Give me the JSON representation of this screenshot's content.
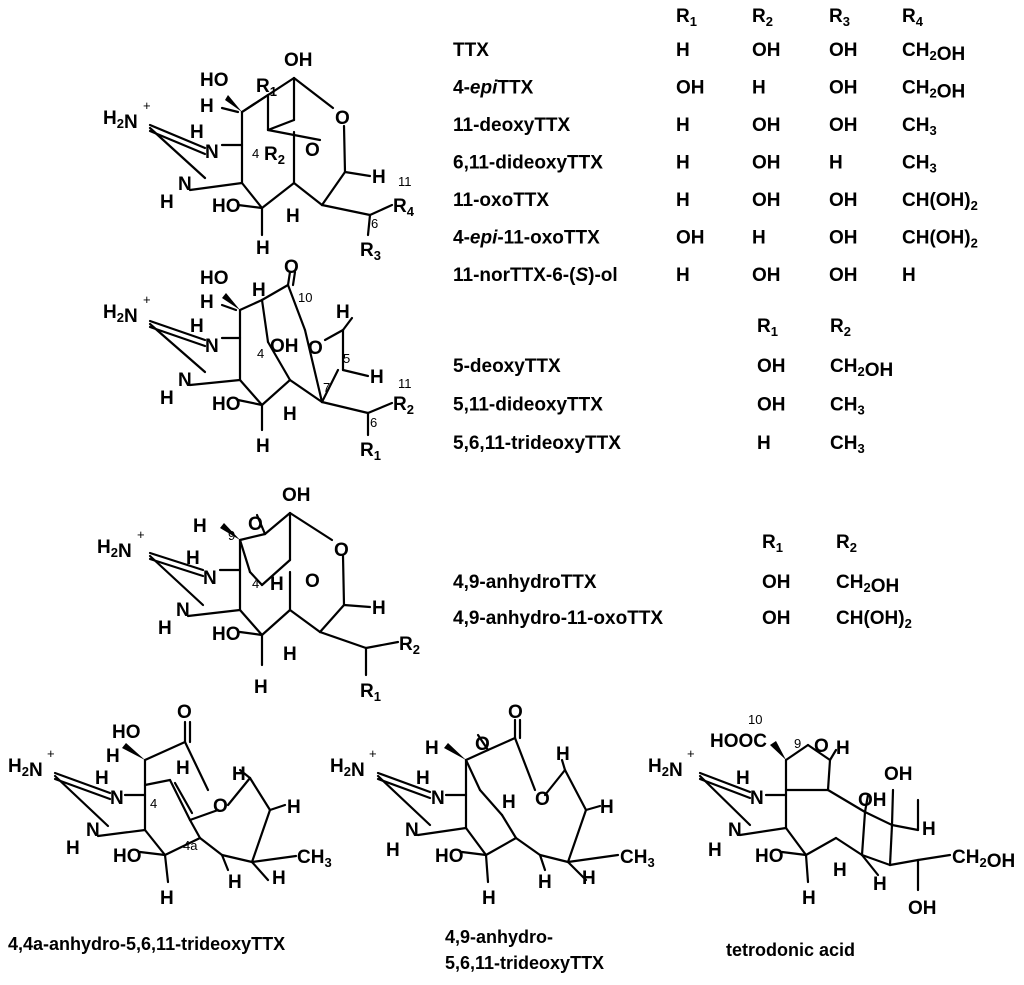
{
  "table1": {
    "headers": [
      "R1",
      "R2",
      "R3",
      "R4"
    ],
    "rows": [
      {
        "name": "TTX",
        "r1": "H",
        "r2": "OH",
        "r3": "OH",
        "r4": "CH2OH"
      },
      {
        "name": "4-epiTTX",
        "r1": "OH",
        "r2": "H",
        "r3": "OH",
        "r4": "CH2OH"
      },
      {
        "name": "11-deoxyTTX",
        "r1": "H",
        "r2": "OH",
        "r3": "OH",
        "r4": "CH3"
      },
      {
        "name": "6,11-dideoxyTTX",
        "r1": "H",
        "r2": "OH",
        "r3": "H",
        "r4": "CH3"
      },
      {
        "name": "11-oxoTTX",
        "r1": "H",
        "r2": "OH",
        "r3": "OH",
        "r4": "CH(OH)2"
      },
      {
        "name": "4-epi-11-oxoTTX",
        "r1": "OH",
        "r2": "H",
        "r3": "OH",
        "r4": "CH(OH)2"
      },
      {
        "name": "11-norTTX-6-(S)-ol",
        "r1": "H",
        "r2": "OH",
        "r3": "OH",
        "r4": "H"
      }
    ]
  },
  "table2": {
    "headers": [
      "R1",
      "R2"
    ],
    "rows": [
      {
        "name": "5-deoxyTTX",
        "r1": "OH",
        "r2": "CH2OH"
      },
      {
        "name": "5,11-dideoxyTTX",
        "r1": "OH",
        "r2": "CH3"
      },
      {
        "name": "5,6,11-trideoxyTTX",
        "r1": "H",
        "r2": "CH3"
      }
    ]
  },
  "table3": {
    "headers": [
      "R1",
      "R2"
    ],
    "rows": [
      {
        "name": "4,9-anhydroTTX",
        "r1": "OH",
        "r2": "CH2OH"
      },
      {
        "name": "4,9-anhydro-11-oxoTTX",
        "r1": "OH",
        "r2": "CH(OH)2"
      }
    ]
  },
  "captions": {
    "left": "4,4a-anhydro-5,6,11-trideoxyTTX",
    "middle_line1": "4,9-anhydro-",
    "middle_line2": "5,6,11-trideoxyTTX",
    "right": "tetrodonic acid"
  },
  "atoms": {
    "H": "H",
    "OH": "OH",
    "HO": "HO",
    "O": "O",
    "N": "N",
    "H2N": "H2N",
    "plus": "+",
    "CH3": "CH3",
    "CH2OH": "CH2OH",
    "HOOC": "HOOC",
    "R1": "R1",
    "R2": "R2",
    "R3": "R3",
    "R4": "R4"
  },
  "locants": {
    "n4": "4",
    "n4a": "4a",
    "n5": "5",
    "n6": "6",
    "n7": "7",
    "n9": "9",
    "n10": "10",
    "n11": "11"
  }
}
